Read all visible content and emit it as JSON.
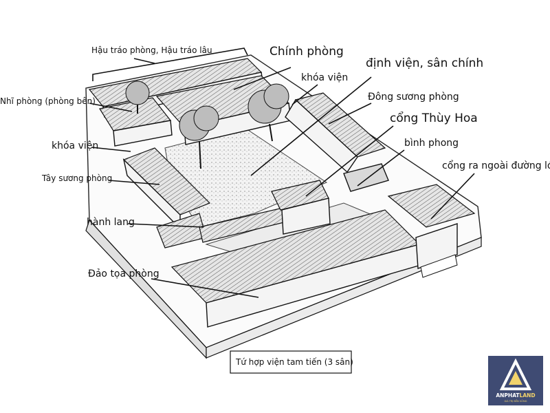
{
  "labels": {
    "hau_trao": "Hậu tráo phòng, Hậu tráo lâu",
    "chinh_phong": "Chính phòng",
    "dinh_vien": "định viện, sân chính",
    "khoa_vien_top": "khóa viện",
    "nhi_phong": "Nhĩ phòng (phòng bên)",
    "dong_suong": "Đông sương phòng",
    "cong_thuy_hoa": "cổng Thùy Hoa",
    "khoa_vien_left": "khóa viện",
    "binh_phong": "bình phong",
    "tay_suong": "Tây sương phòng",
    "cong_ra": "cổng ra ngoài đường lớn",
    "hanh_lang": "hành lang",
    "dao_toa": "Đảo tọa phòng"
  },
  "caption": "Tứ hợp viện tam tiến (3 sân)",
  "logo": {
    "brand": "ANPHATLAND",
    "brand_part1": "ANPHAT",
    "brand_part2": "LAND",
    "tagline": "GIÁ TRỊ BỀN VỮNG",
    "brand_color": "#3f4b73",
    "accent_color": "#f2d36b"
  }
}
